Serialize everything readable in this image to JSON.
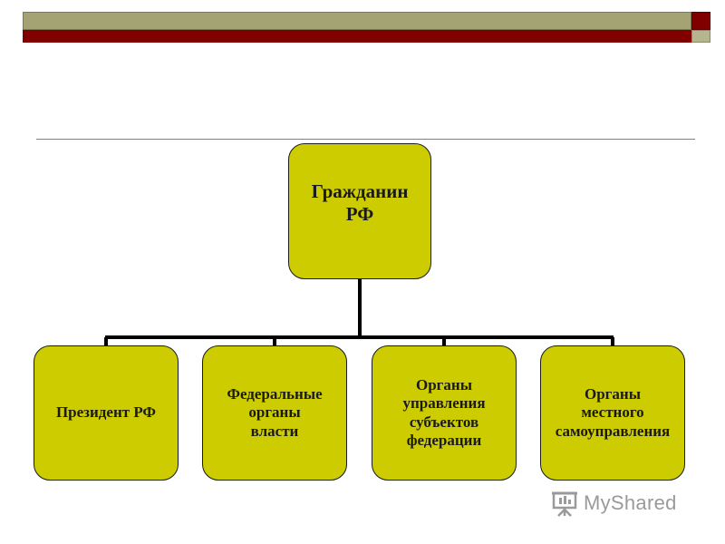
{
  "theme": {
    "band_olive": "#a3a373",
    "band_maroon": "#800000",
    "node_fill": "#cccc00",
    "connector": "#000000"
  },
  "diagram": {
    "type": "org-tree",
    "root": {
      "label": "Гражданин\nРФ"
    },
    "children": [
      {
        "label": "Президент РФ"
      },
      {
        "label": "Федеральные\nорганы\nвласти"
      },
      {
        "label": "Органы\nуправления\nсубъектов\nфедерации"
      },
      {
        "label": "Органы\nместного\nсамоуправления"
      }
    ]
  },
  "watermark": {
    "icon": "presentation-board-icon",
    "text": "MyShared"
  }
}
